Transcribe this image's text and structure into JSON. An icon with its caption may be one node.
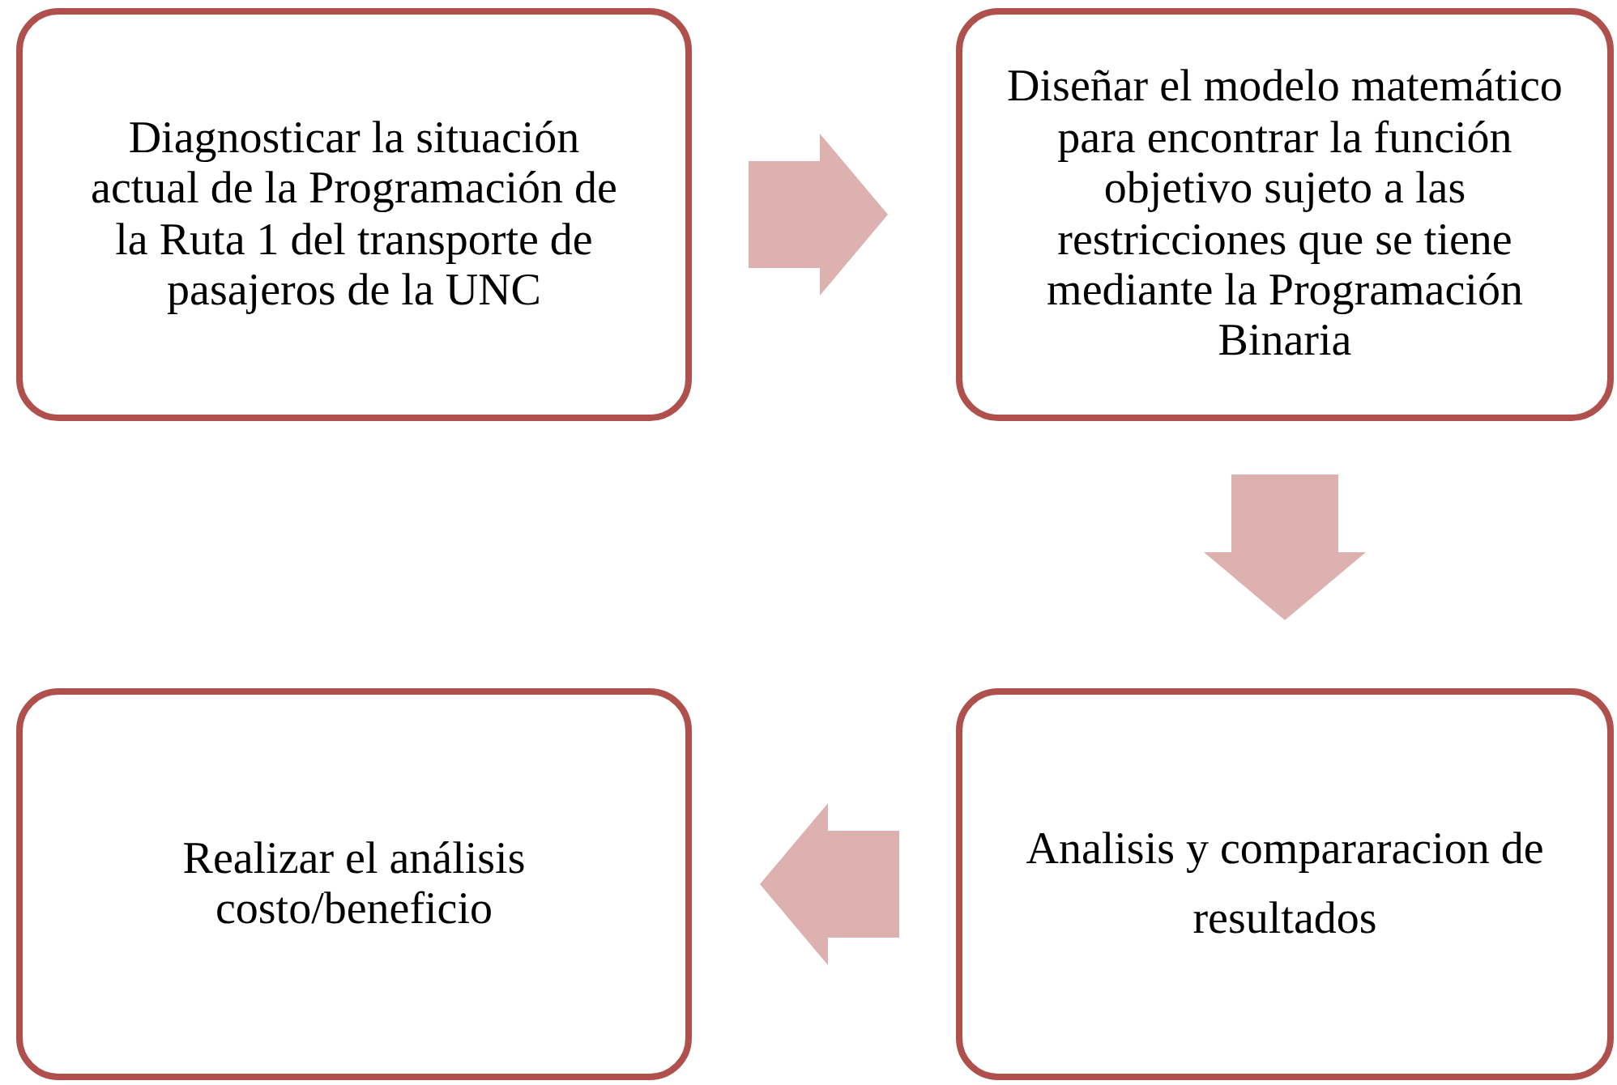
{
  "diagram": {
    "nodes": [
      {
        "text": [
          "Diagnosticar la situación actual de la Programación de la Ruta 1 del transporte de pasajeros de la UNC"
        ]
      },
      {
        "text": [
          "Diseñar el modelo matemático para encontrar la función objetivo sujeto a las restricciones que se tiene mediante la Programación Binaria"
        ]
      },
      {
        "text": [
          "Analisis y compararacion de resultados"
        ]
      },
      {
        "text": [
          "Realizar el análisis costo/beneficio"
        ]
      }
    ],
    "edges": [
      {
        "from": 0,
        "to": 1,
        "arrow": "to"
      },
      {
        "from": 1,
        "to": 2,
        "arrow": "to"
      },
      {
        "from": 2,
        "to": 3,
        "arrow": "to"
      }
    ]
  }
}
